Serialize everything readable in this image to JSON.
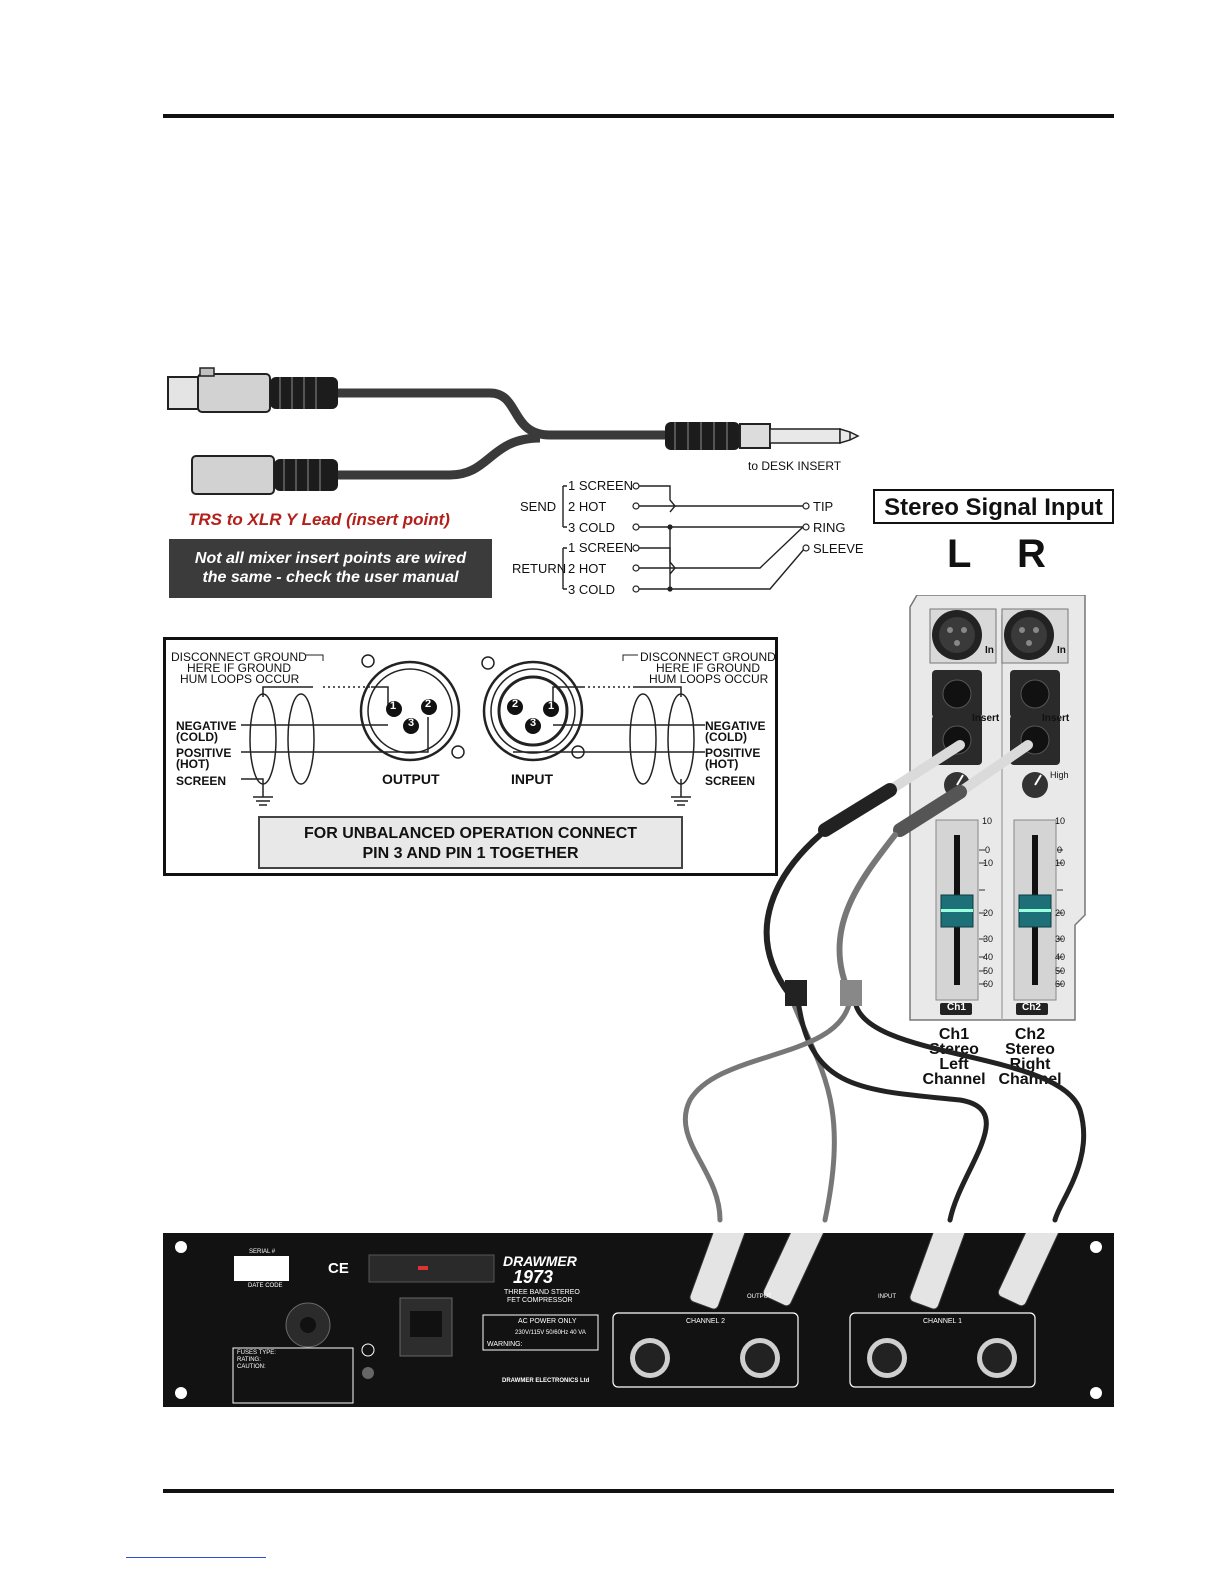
{
  "lead": {
    "caption": "TRS to XLR Y Lead (insert point)",
    "warning_line1": "Not all mixer insert points are wired",
    "warning_line2": "the same - check the user manual",
    "desk_insert": "to DESK INSERT"
  },
  "wiring": {
    "send_label": "SEND",
    "return_label": "RETURN",
    "send_pins": [
      "1 SCREEN",
      "2 HOT",
      "3 COLD"
    ],
    "return_pins": [
      "1 SCREEN",
      "2 HOT",
      "3 COLD"
    ],
    "trs": [
      "TIP",
      "RING",
      "SLEEVE"
    ]
  },
  "xlr_panel": {
    "disconnect_left": [
      "DISCONNECT GROUND",
      "HERE IF GROUND",
      "HUM LOOPS OCCUR"
    ],
    "disconnect_right": [
      "DISCONNECT GROUND",
      "HERE IF GROUND",
      "HUM LOOPS OCCUR"
    ],
    "legend_left": [
      "NEGATIVE",
      "(COLD)",
      "POSITIVE",
      "(HOT)",
      "SCREEN"
    ],
    "legend_right": [
      "NEGATIVE",
      "(COLD)",
      "POSITIVE",
      "(HOT)",
      "SCREEN"
    ],
    "output_label": "OUTPUT",
    "input_label": "INPUT",
    "pins": [
      "1",
      "2",
      "3"
    ],
    "unbalanced_line1": "FOR UNBALANCED OPERATION  CONNECT",
    "unbalanced_line2": "PIN 3 AND PIN 1 TOGETHER"
  },
  "mixer": {
    "title": "Stereo Signal Input",
    "left": "L",
    "right": "R",
    "in_label": "In",
    "insert_label": "Insert",
    "high_label": "High",
    "scale": [
      "10",
      "0",
      "10",
      "20",
      "30",
      "40",
      "50",
      "60"
    ],
    "ch1_badge": "Ch1",
    "ch2_badge": "Ch2",
    "ch1_desc": [
      "Ch1",
      "Stereo",
      "Left",
      "Channel"
    ],
    "ch2_desc": [
      "Ch2",
      "Stereo",
      "Right",
      "Channel"
    ]
  },
  "rack": {
    "brand": "DRAWMER",
    "model": "1973",
    "subtitle_1": "THREE BAND STEREO",
    "subtitle_2": "FET COMPRESSOR",
    "serial": "SERIAL #",
    "date_code": "DATE CODE",
    "ce": "CE",
    "ac_power": "AC POWER ONLY",
    "voltage": "230V/115V  50/60Hz  40 VA",
    "warning_title": "WARNING:",
    "fuses": "FUSES TYPE:",
    "rating": "RATING:",
    "caution": "CAUTION:",
    "channel_2": "CHANNEL 2",
    "channel_1": "CHANNEL 1",
    "output": "OUTPUT",
    "input": "INPUT",
    "maker": "DRAWMER ELECTRONICS Ltd"
  },
  "colors": {
    "caption_red": "#b3201b",
    "warning_bg": "#3b3b3b",
    "fader_cap": "#1d6f78",
    "rack_black": "#111111",
    "mixer_panel": "#e9e9ea"
  }
}
